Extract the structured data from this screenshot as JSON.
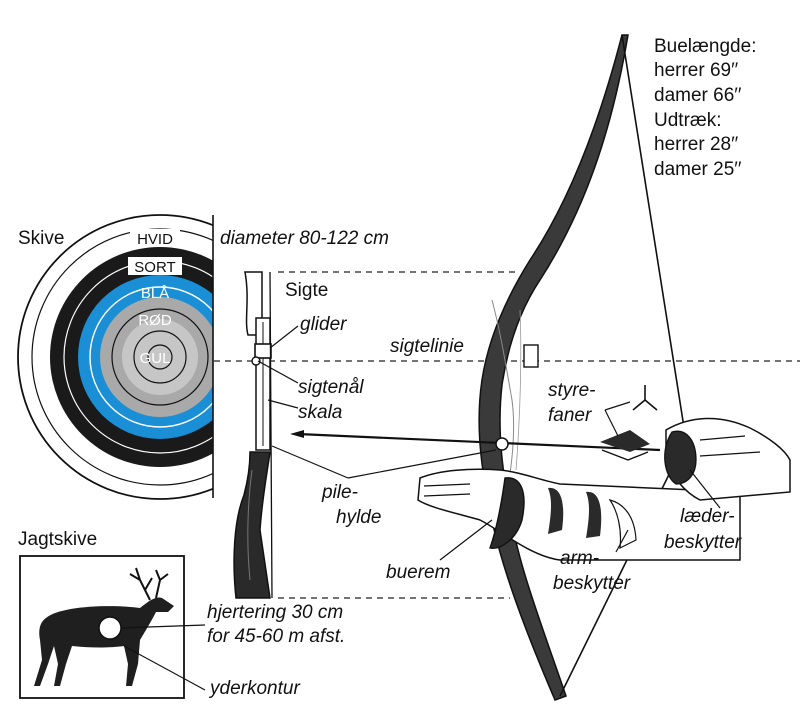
{
  "bow_specs": {
    "title": "Buelængde:",
    "line1": "herrer 69′′",
    "line2": "damer 66′′",
    "draw_title": "Udtræk:",
    "line3": "herrer 28′′",
    "line4": "damer 25′′"
  },
  "target": {
    "title": "Skive",
    "diameter": "diameter 80-122 cm",
    "rings": {
      "white": "HVID",
      "black": "SORT",
      "blue": "BLÅ",
      "red": "RØD",
      "gold": "GUL"
    }
  },
  "sight": {
    "title": "Sigte",
    "slider": "glider",
    "sightline": "sigtelinie",
    "pin": "sigtenål",
    "scale": "skala"
  },
  "arrow": {
    "fletching1": "styre-",
    "fletching2": "faner",
    "rest1": "pile-",
    "rest2": "hylde"
  },
  "parts": {
    "grip": "buerem",
    "leather1": "læder-",
    "leather2": "beskytter",
    "arm1": "arm-",
    "arm2": "beskytter"
  },
  "hunting": {
    "title": "Jagtskive",
    "heart1": "hjertering 30 cm",
    "heart2": "for 45-60 m afst.",
    "outline": "yderkontur"
  },
  "colors": {
    "blue_ring": "#1a8fd6",
    "red_ring": "#a9a9a9",
    "gold_ring": "#c6c6c6",
    "black_ring": "#1a1a1a",
    "bow_wood": "#3a3a3a"
  }
}
